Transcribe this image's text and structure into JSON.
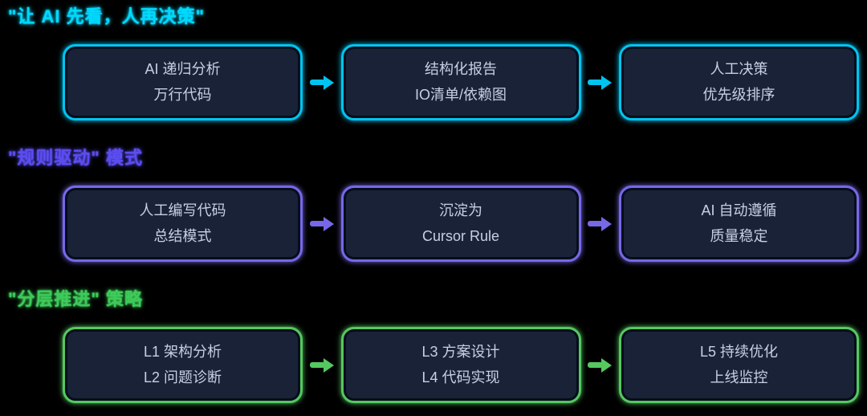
{
  "page": {
    "background": "#000000",
    "box_fill": "#1a2238",
    "box_text_color": "#c7d0e2"
  },
  "sections": [
    {
      "title": "\"让 AI 先看，人再决策\"",
      "title_color": "#00d9ff",
      "accent_color": "#00c4ef",
      "boxes": [
        {
          "line1": "AI 递归分析",
          "line2": "万行代码"
        },
        {
          "line1": "结构化报告",
          "line2": "IO清单/依赖图"
        },
        {
          "line1": "人工决策",
          "line2": "优先级排序"
        }
      ]
    },
    {
      "title": "\"规则驱动\" 模式",
      "title_color": "#5b4df0",
      "accent_color": "#7668e8",
      "boxes": [
        {
          "line1": "人工编写代码",
          "line2": "总结模式"
        },
        {
          "line1": "沉淀为",
          "line2": "Cursor Rule"
        },
        {
          "line1": "AI 自动遵循",
          "line2": "质量稳定"
        }
      ]
    },
    {
      "title": "\"分层推进\" 策略",
      "title_color": "#3ecb5a",
      "accent_color": "#55c860",
      "boxes": [
        {
          "line1": "L1 架构分析",
          "line2": "L2 问题诊断"
        },
        {
          "line1": "L3 方案设计",
          "line2": "L4 代码实现"
        },
        {
          "line1": "L5 持续优化",
          "line2": "上线监控"
        }
      ]
    }
  ]
}
